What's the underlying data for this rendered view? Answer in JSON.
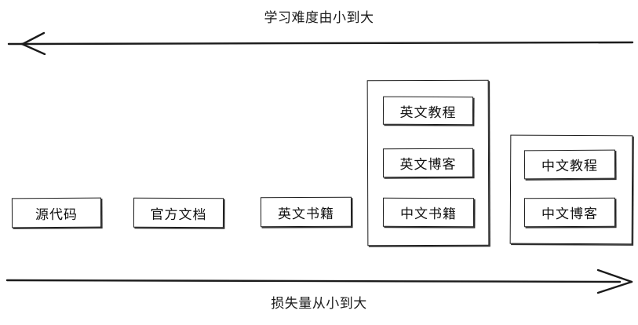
{
  "diagram": {
    "top_axis": {
      "label": "学习难度由小到大",
      "direction": "left",
      "arrow_icon": "arrow-left-icon"
    },
    "bottom_axis": {
      "label": "损失量从小到大",
      "direction": "right",
      "arrow_icon": "arrow-right-icon"
    },
    "nodes": [
      {
        "label": "源代码"
      },
      {
        "label": "官方文档"
      },
      {
        "label": "英文书籍"
      }
    ],
    "groups": [
      {
        "name": "group-one",
        "items": [
          {
            "label": "英文教程"
          },
          {
            "label": "英文博客"
          },
          {
            "label": "中文书籍"
          }
        ]
      },
      {
        "name": "group-two",
        "items": [
          {
            "label": "中文教程"
          },
          {
            "label": "中文博客"
          }
        ]
      }
    ],
    "colors": {
      "stroke": "#1b1b1b",
      "text": "#101010",
      "background": "#ffffff"
    }
  }
}
